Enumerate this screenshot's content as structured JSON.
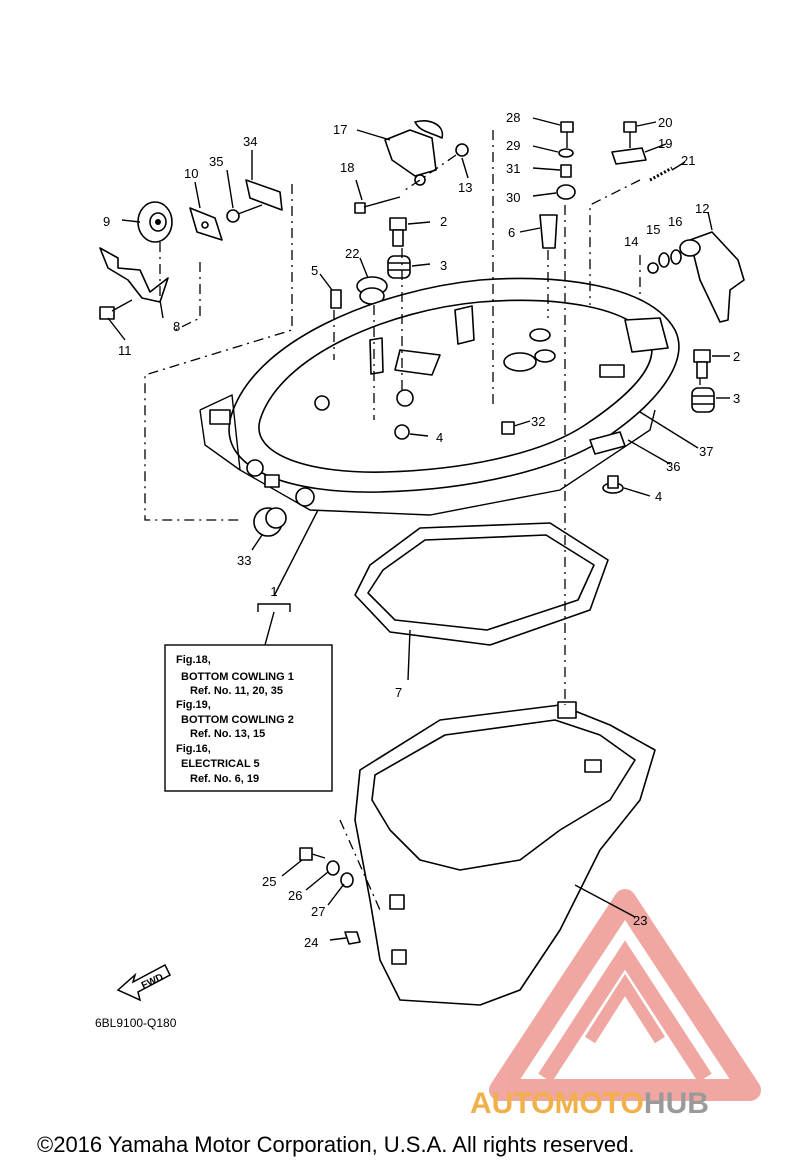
{
  "diagram": {
    "callouts": [
      "1",
      "2",
      "3",
      "4",
      "5",
      "6",
      "7",
      "8",
      "9",
      "10",
      "11",
      "12",
      "13",
      "14",
      "15",
      "16",
      "17",
      "18",
      "19",
      "20",
      "21",
      "22",
      "23",
      "24",
      "25",
      "26",
      "27",
      "28",
      "29",
      "30",
      "31",
      "32",
      "33",
      "34",
      "35",
      "36",
      "37"
    ],
    "note_lines": [
      "Fig.18,",
      "BOTTOM COWLING 1",
      "Ref. No. 11, 20, 35",
      "Fig.19,",
      "BOTTOM COWLING 2",
      "Ref. No. 13, 15",
      "Fig.16,",
      "ELECTRICAL 5",
      "Ref. No. 6, 19"
    ],
    "fwd_label": "FWD",
    "drawing_code": "6BL9100-Q180",
    "copyright": "©2016 Yamaha Motor Corporation, U.S.A. All rights reserved."
  },
  "watermark": {
    "text_a": "AUTOMOTO",
    "text_b": "HUB",
    "color_a": "#f2b04a",
    "color_b": "#9a9a9a",
    "logo_color": "#ec8a84"
  }
}
